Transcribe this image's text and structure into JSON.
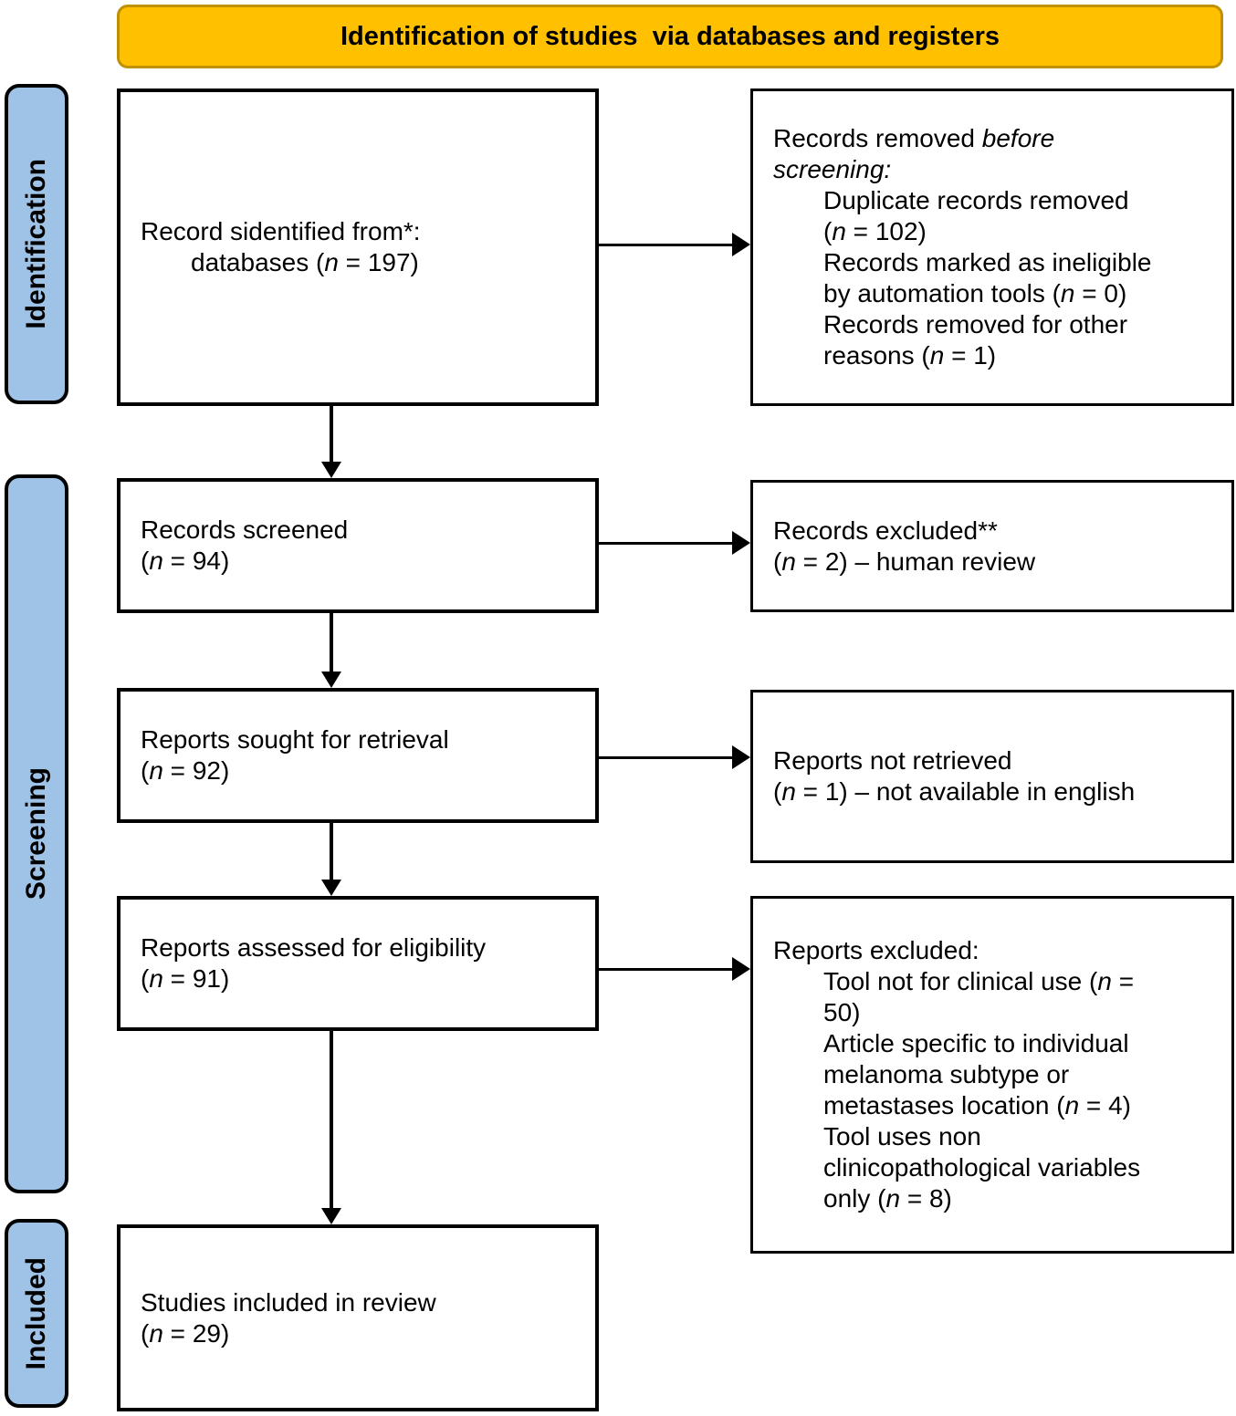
{
  "colors": {
    "banner_fill": "#FFC000",
    "banner_border": "#BF9000",
    "stage_fill": "#9FC3E7",
    "stage_border": "#000000",
    "box_border": "#000000",
    "text": "#000000",
    "background": "#FFFFFF"
  },
  "banner": {
    "title": "Identification of studies  via databases and registers"
  },
  "stages": [
    {
      "label": "Identification"
    },
    {
      "label": "Screening"
    },
    {
      "label": "Included"
    }
  ],
  "boxes": {
    "identified": {
      "lines": [
        {
          "ind": 0,
          "seg": [
            {
              "t": "Record sidentified from*:"
            }
          ]
        },
        {
          "ind": 1,
          "seg": [
            {
              "t": "databases ("
            },
            {
              "t": "n",
              "i": 1
            },
            {
              "t": " = 197)"
            }
          ]
        }
      ]
    },
    "removed_before_screening": {
      "lines": [
        {
          "ind": 0,
          "seg": [
            {
              "t": "Records removed "
            },
            {
              "t": "before",
              "i": 1
            }
          ]
        },
        {
          "ind": 0,
          "seg": [
            {
              "t": "screening:",
              "i": 1
            }
          ]
        },
        {
          "ind": 1,
          "seg": [
            {
              "t": "Duplicate records removed"
            }
          ]
        },
        {
          "ind": 1,
          "seg": [
            {
              "t": "("
            },
            {
              "t": "n",
              "i": 1
            },
            {
              "t": " = 102)"
            }
          ]
        },
        {
          "ind": 1,
          "seg": [
            {
              "t": "Records marked as ineligible"
            }
          ]
        },
        {
          "ind": 1,
          "seg": [
            {
              "t": "by automation tools ("
            },
            {
              "t": "n",
              "i": 1
            },
            {
              "t": " = 0)"
            }
          ]
        },
        {
          "ind": 1,
          "seg": [
            {
              "t": "Records removed for other"
            }
          ]
        },
        {
          "ind": 1,
          "seg": [
            {
              "t": "reasons ("
            },
            {
              "t": "n",
              "i": 1
            },
            {
              "t": " = 1)"
            }
          ]
        }
      ]
    },
    "screened": {
      "lines": [
        {
          "ind": 0,
          "seg": [
            {
              "t": "Records screened"
            }
          ]
        },
        {
          "ind": 0,
          "seg": [
            {
              "t": "("
            },
            {
              "t": "n",
              "i": 1
            },
            {
              "t": " = 94)"
            }
          ]
        }
      ]
    },
    "records_excluded": {
      "lines": [
        {
          "ind": 0,
          "seg": [
            {
              "t": "Records excluded**"
            }
          ]
        },
        {
          "ind": 0,
          "seg": [
            {
              "t": "("
            },
            {
              "t": "n",
              "i": 1
            },
            {
              "t": " = 2) – human review"
            }
          ]
        }
      ]
    },
    "sought": {
      "lines": [
        {
          "ind": 0,
          "seg": [
            {
              "t": "Reports sought for retrieval"
            }
          ]
        },
        {
          "ind": 0,
          "seg": [
            {
              "t": "("
            },
            {
              "t": "n",
              "i": 1
            },
            {
              "t": " = 92)"
            }
          ]
        }
      ]
    },
    "not_retrieved": {
      "lines": [
        {
          "ind": 0,
          "seg": [
            {
              "t": "Reports not retrieved"
            }
          ]
        },
        {
          "ind": 0,
          "seg": [
            {
              "t": "("
            },
            {
              "t": "n",
              "i": 1
            },
            {
              "t": " = 1) – not available in english"
            }
          ]
        }
      ]
    },
    "assessed": {
      "lines": [
        {
          "ind": 0,
          "seg": [
            {
              "t": "Reports assessed for eligibility"
            }
          ]
        },
        {
          "ind": 0,
          "seg": [
            {
              "t": "("
            },
            {
              "t": "n",
              "i": 1
            },
            {
              "t": " = 91)"
            }
          ]
        }
      ]
    },
    "reports_excluded": {
      "lines": [
        {
          "ind": 0,
          "seg": [
            {
              "t": "Reports excluded:"
            }
          ]
        },
        {
          "ind": 1,
          "seg": [
            {
              "t": "Tool not for clinical use ("
            },
            {
              "t": "n",
              "i": 1
            },
            {
              "t": " ="
            }
          ]
        },
        {
          "ind": 1,
          "seg": [
            {
              "t": "50)"
            }
          ]
        },
        {
          "ind": 1,
          "seg": [
            {
              "t": "Article specific to individual"
            }
          ]
        },
        {
          "ind": 1,
          "seg": [
            {
              "t": "melanoma subtype or"
            }
          ]
        },
        {
          "ind": 1,
          "seg": [
            {
              "t": "metastases location ("
            },
            {
              "t": "n",
              "i": 1
            },
            {
              "t": " = 4)"
            }
          ]
        },
        {
          "ind": 1,
          "seg": [
            {
              "t": "Tool uses non"
            }
          ]
        },
        {
          "ind": 1,
          "seg": [
            {
              "t": "clinicopathological variables"
            }
          ]
        },
        {
          "ind": 1,
          "seg": [
            {
              "t": "only ("
            },
            {
              "t": "n",
              "i": 1
            },
            {
              "t": " = 8)"
            }
          ]
        }
      ]
    },
    "included": {
      "lines": [
        {
          "ind": 0,
          "seg": [
            {
              "t": "Studies included in review"
            }
          ]
        },
        {
          "ind": 0,
          "seg": [
            {
              "t": "("
            },
            {
              "t": "n",
              "i": 1
            },
            {
              "t": " = 29)"
            }
          ]
        }
      ]
    }
  }
}
